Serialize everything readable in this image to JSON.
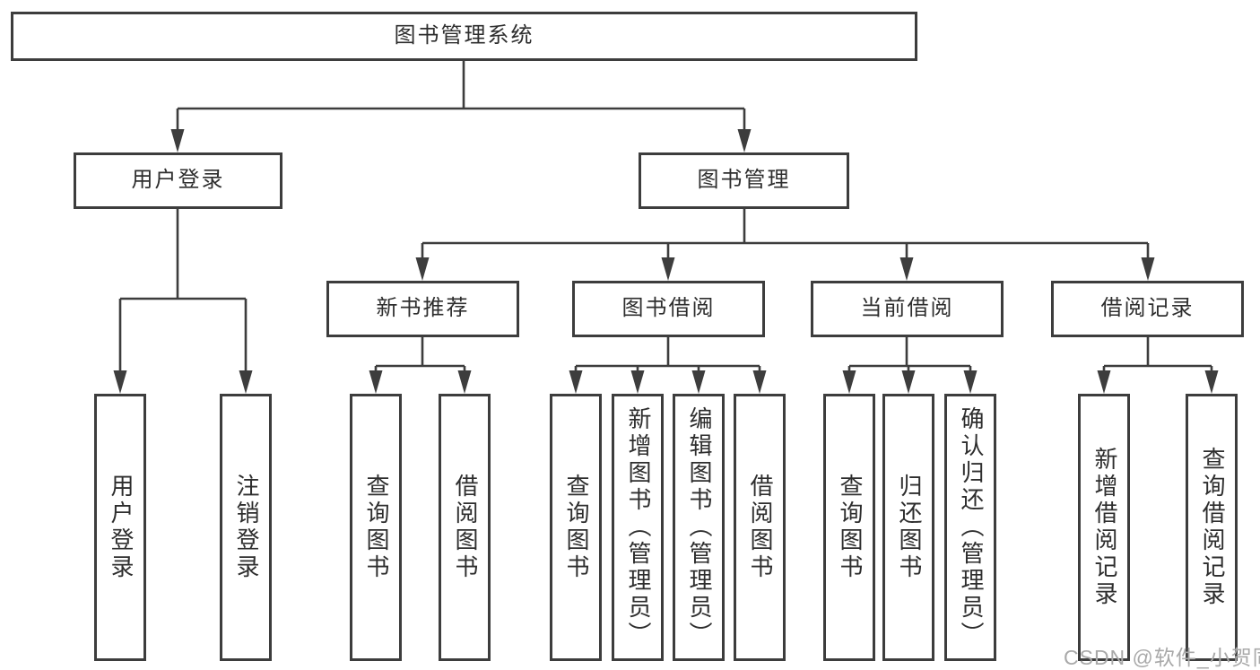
{
  "tree": {
    "root": {
      "label": "图书管理系统",
      "children": [
        {
          "label": "用户登录",
          "children": [
            {
              "label": "用户登录"
            },
            {
              "label": "注销登录"
            }
          ]
        },
        {
          "label": "图书管理",
          "children": [
            {
              "label": "新书推荐",
              "children": [
                {
                  "label": "查询图书"
                },
                {
                  "label": "借阅图书"
                }
              ]
            },
            {
              "label": "图书借阅",
              "children": [
                {
                  "label": "查询图书"
                },
                {
                  "label": "新增图书（管理员）"
                },
                {
                  "label": "编辑图书（管理员）"
                },
                {
                  "label": "借阅图书"
                }
              ]
            },
            {
              "label": "当前借阅",
              "children": [
                {
                  "label": "查询图书"
                },
                {
                  "label": "归还图书"
                },
                {
                  "label": "确认归还（管理员）"
                }
              ]
            },
            {
              "label": "借阅记录",
              "children": [
                {
                  "label": "新增借阅记录"
                },
                {
                  "label": "查询借阅记录"
                }
              ]
            }
          ]
        }
      ]
    }
  },
  "watermark": {
    "text": "CSDN @软件_小贺同学"
  },
  "colors": {
    "line": "#3d3d3d",
    "text": "#2e2e2e",
    "watermark": "#a9a9a9",
    "background": "#ffffff"
  }
}
